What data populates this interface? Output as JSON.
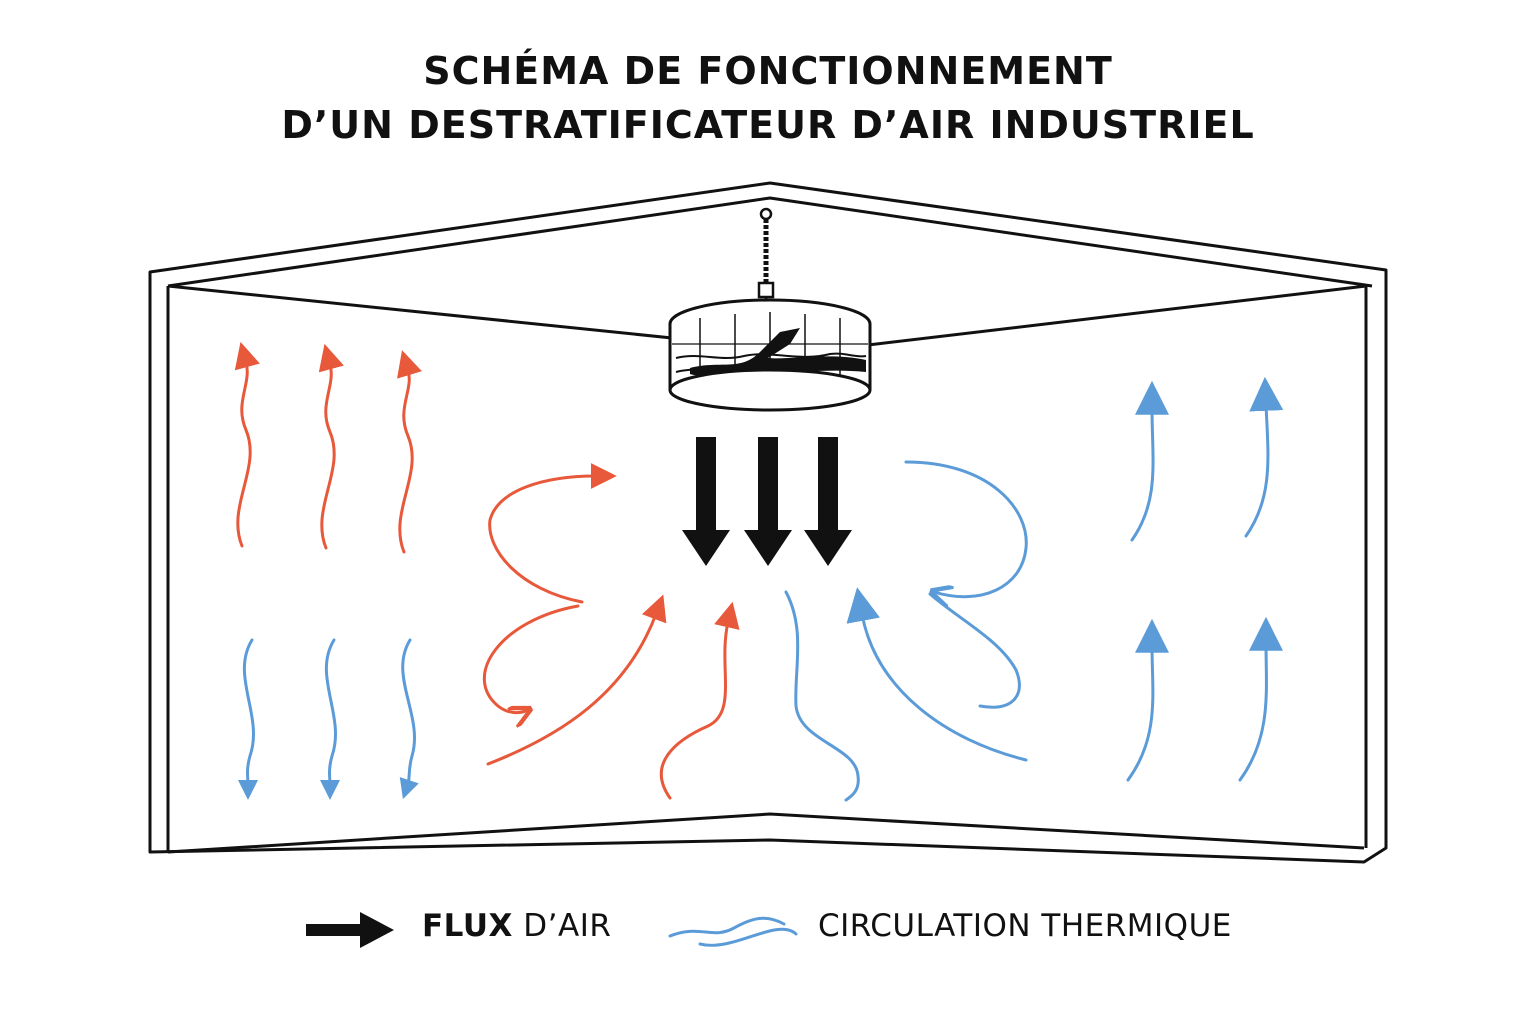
{
  "title": {
    "line1": "SCHÉMA DE FONCTIONNEMENT",
    "line2": "D’UN DESTRATIFICATEUR D’AIR INDUSTRIEL"
  },
  "legend": {
    "airflow_bold": "FLUX",
    "airflow_rest": " D’AIR",
    "thermal": "CIRCULATION THERMIQUE"
  },
  "colors": {
    "warm_air": "#e8583a",
    "cool_air": "#5b9bd8",
    "airflow": "#111111",
    "outline": "#111111"
  },
  "icons": {
    "fan": "ceiling-destratification-fan-icon",
    "airflow": "thick-black-arrow-icon",
    "thermal": "wavy-blue-line-icon"
  }
}
